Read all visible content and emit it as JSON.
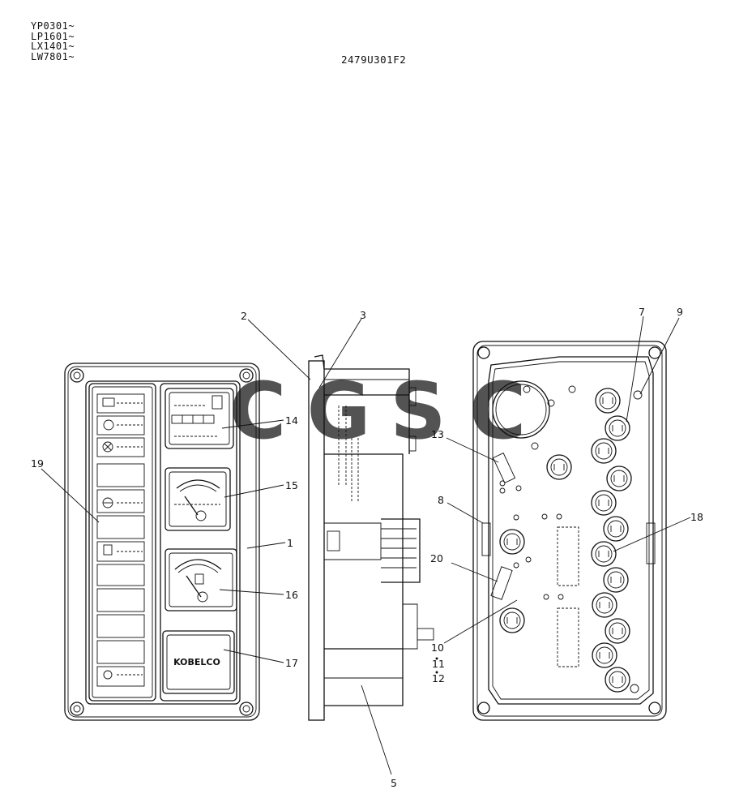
{
  "header": {
    "serial_ranges": [
      "YP0301~",
      "LP1601~",
      "LX1401~",
      "LW7801~"
    ],
    "drawing_number": "2479U301F2"
  },
  "watermark": {
    "letters": [
      "C",
      "G",
      "S",
      "C"
    ],
    "colors": [
      "#4285F4",
      "#EA4335",
      "#FBBC05",
      "#34A853"
    ]
  },
  "callouts": {
    "c1": "1",
    "c2": "2",
    "c3": "3",
    "c5": "5",
    "c7": "7",
    "c8": "8",
    "c9": "9",
    "c10": "10",
    "c11": "11",
    "c12": "12",
    "c13": "13",
    "c14": "14",
    "c15": "15",
    "c16": "16",
    "c17": "17",
    "c18": "18",
    "c19": "19",
    "c20": "20"
  },
  "brand_plate": {
    "text": "KOBELCO"
  }
}
